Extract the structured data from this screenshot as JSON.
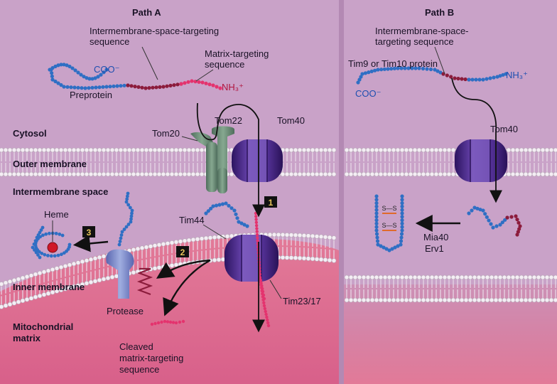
{
  "paths": {
    "a_title": "Path A",
    "b_title": "Path B"
  },
  "labels": {
    "ims_seq_a_line1": "Intermembrane-space-targeting",
    "ims_seq_a_line2": "sequence",
    "matrix_seq_line1": "Matrix-targeting",
    "matrix_seq_line2": "sequence",
    "coo_a": "COO⁻",
    "nh3_a": "NH₃⁺",
    "preprotein": "Preprotein",
    "tom22": "Tom22",
    "tom40_a": "Tom40",
    "tom20": "Tom20",
    "cytosol": "Cytosol",
    "outer_membrane": "Outer membrane",
    "intermembrane_space": "Intermembrane space",
    "heme": "Heme",
    "tim44": "Tim44",
    "inner_membrane": "Inner membrane",
    "protease": "Protease",
    "tim23_17": "Tim23/17",
    "mitochondrial_line1": "Mitochondrial",
    "mitochondrial_line2": "matrix",
    "cleaved_line1": "Cleaved",
    "cleaved_line2": "matrix-targeting",
    "cleaved_line3": "sequence",
    "ims_seq_b_line1": "Intermembrane-space-",
    "ims_seq_b_line2": "targeting sequence",
    "tim9_10": "Tim9 or Tim10 protein",
    "nh3_b": "NH₃⁺",
    "coo_b": "COO⁻",
    "tom40_b": "Tom40",
    "ss_top": "S—S",
    "ss_bottom": "S—S",
    "mia40": "Mia40",
    "erv1": "Erv1"
  },
  "steps": {
    "s1": "1",
    "s2": "2",
    "s3": "3"
  },
  "colors": {
    "background": "#c9a2c8",
    "matrix": "#e27a98",
    "membrane_head": "#f2ecf2",
    "chain_blue": "#2f6fc4",
    "chain_red": "#8c1c3c",
    "chain_pink": "#e4336e",
    "tom_channel": "#4a2a82",
    "tom20": "#6d8f78",
    "protease": "#7a86c8"
  }
}
